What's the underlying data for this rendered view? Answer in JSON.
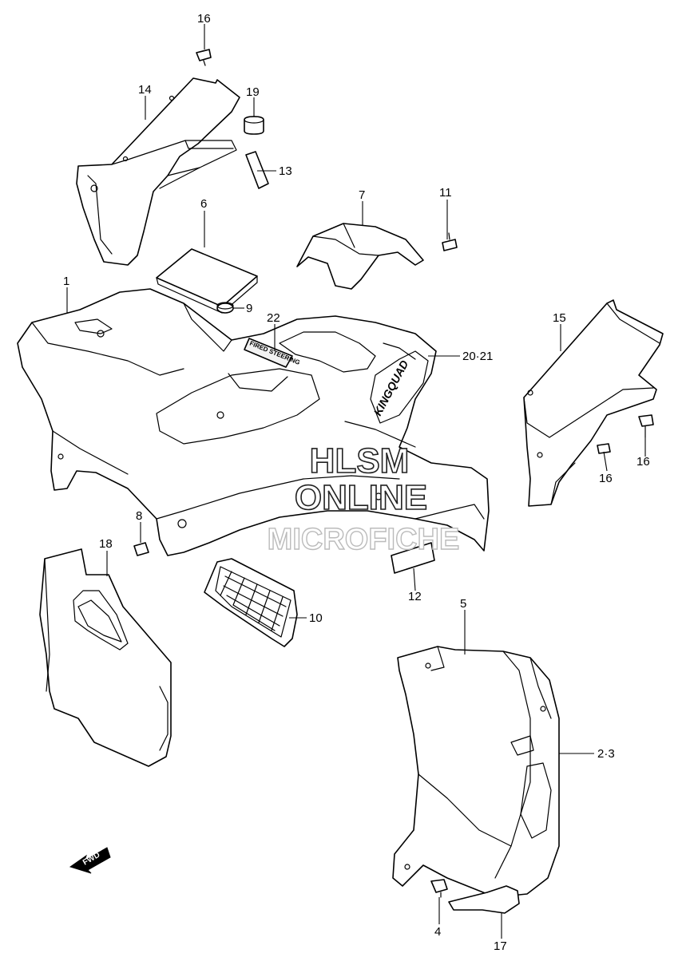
{
  "diagram": {
    "callouts": [
      {
        "id": "p16a",
        "label": "16"
      },
      {
        "id": "p14",
        "label": "14"
      },
      {
        "id": "p19",
        "label": "19"
      },
      {
        "id": "p13",
        "label": "13"
      },
      {
        "id": "p7",
        "label": "7"
      },
      {
        "id": "p11",
        "label": "11"
      },
      {
        "id": "p6",
        "label": "6"
      },
      {
        "id": "p1",
        "label": "1"
      },
      {
        "id": "p9",
        "label": "9"
      },
      {
        "id": "p22",
        "label": "22"
      },
      {
        "id": "p20",
        "label": "20·21"
      },
      {
        "id": "p15",
        "label": "15"
      },
      {
        "id": "p16b",
        "label": "16"
      },
      {
        "id": "p16c",
        "label": "16"
      },
      {
        "id": "p8",
        "label": "8"
      },
      {
        "id": "p18",
        "label": "18"
      },
      {
        "id": "p10",
        "label": "10"
      },
      {
        "id": "p12",
        "label": "12"
      },
      {
        "id": "p5",
        "label": "5"
      },
      {
        "id": "p23",
        "label": "2·3"
      },
      {
        "id": "p4",
        "label": "4"
      },
      {
        "id": "p17",
        "label": "17"
      }
    ],
    "fwd_label": "FWD",
    "decals": {
      "panel_text": "FIRED STEERING",
      "logo_text": "KINGQUAD"
    }
  },
  "watermark": {
    "line1": "HLSM",
    "line2": "ONLINE",
    "line3": "MICROFICHE"
  }
}
